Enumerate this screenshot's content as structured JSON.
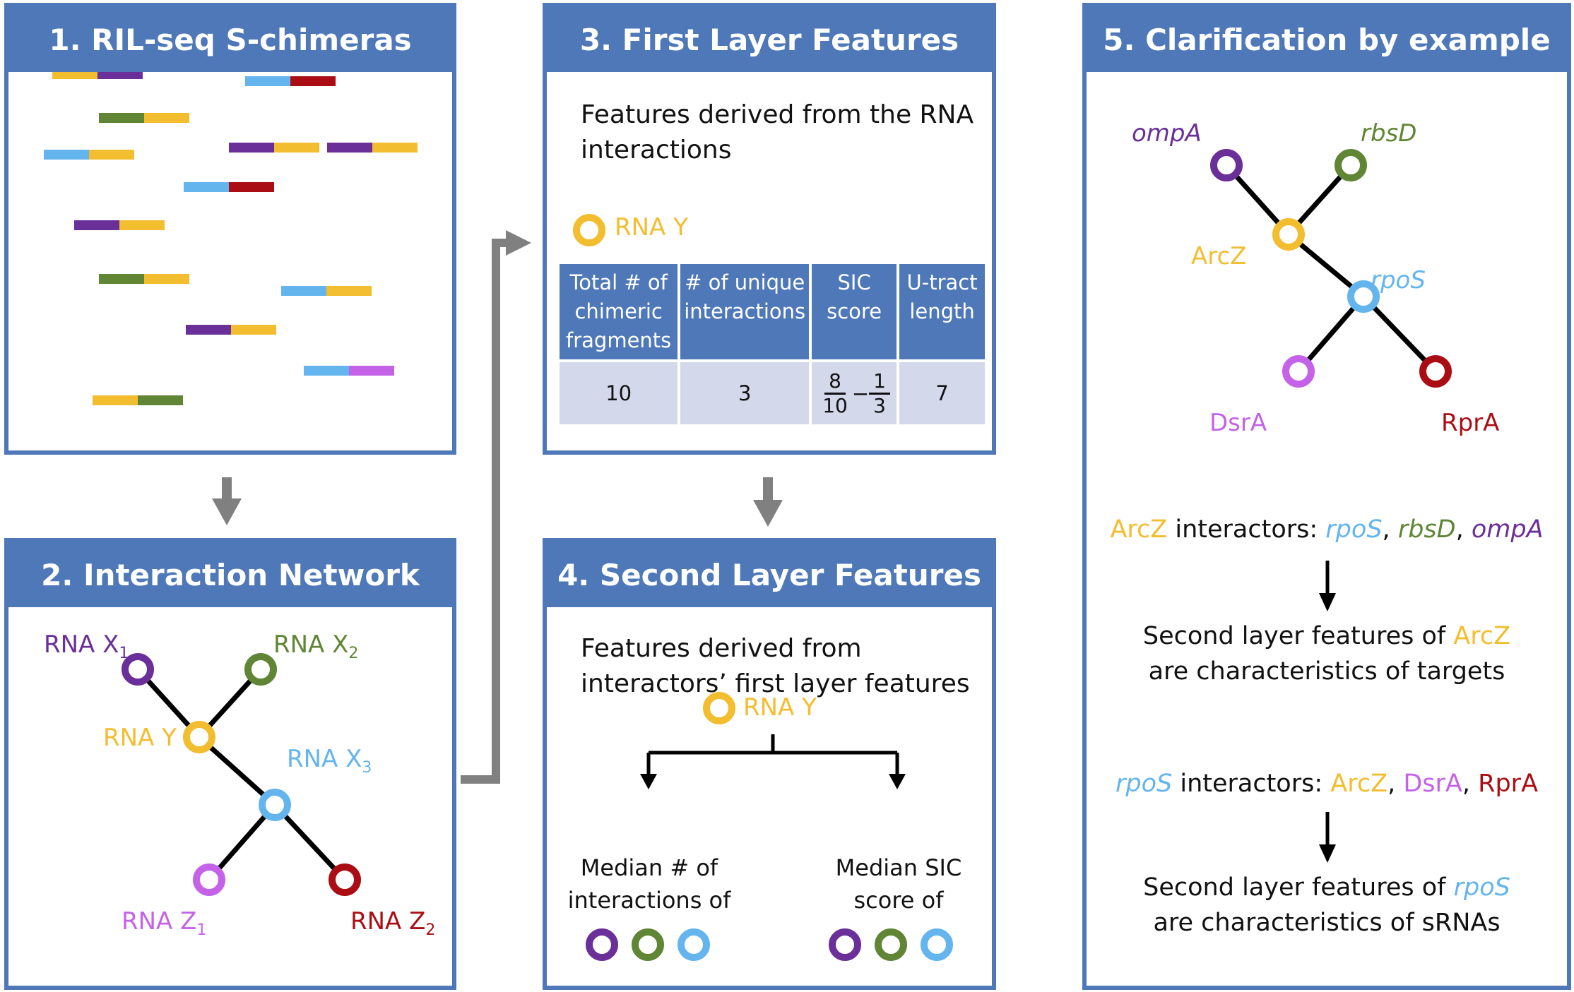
{
  "colors": {
    "panel": "#4e78b8",
    "yellow": "#f2bd2f",
    "purple": "#6a2f98",
    "green": "#5f8535",
    "blue": "#64b5ee",
    "red": "#aa0e14",
    "magenta": "#c462e8",
    "arrow": "#808080",
    "table_header": "#4e78b8",
    "table_cell": "#d3d8ea"
  },
  "panel1": {
    "title": "1. RIL-seq S-chimeras",
    "chimeras": [
      [
        "yellow",
        "purple"
      ],
      [
        "blue",
        "red"
      ],
      [
        "green",
        "yellow"
      ],
      [
        "purple",
        "yellow"
      ],
      [
        "purple",
        "yellow"
      ],
      [
        "blue",
        "yellow"
      ],
      [
        "blue",
        "red"
      ],
      [
        "purple",
        "yellow"
      ],
      [
        "green",
        "yellow"
      ],
      [
        "blue",
        "yellow"
      ],
      [
        "purple",
        "yellow"
      ],
      [
        "blue",
        "magenta"
      ],
      [
        "yellow",
        "green"
      ]
    ]
  },
  "panel2": {
    "title": "2. Interaction Network",
    "nodes": {
      "x1": {
        "label": "RNA X",
        "sub": "1"
      },
      "x2": {
        "label": "RNA X",
        "sub": "2"
      },
      "y": {
        "label": "RNA Y"
      },
      "x3": {
        "label": "RNA X",
        "sub": "3"
      },
      "z1": {
        "label": "RNA Z",
        "sub": "1"
      },
      "z2": {
        "label": "RNA Z",
        "sub": "2"
      }
    }
  },
  "panel3": {
    "title": "3. First Layer Features",
    "description_l1": "Features derived from the RNA",
    "description_l2": "interactions",
    "node_label": "RNA Y",
    "table": {
      "headers": [
        [
          "Total # of",
          "chimeric",
          "fragments"
        ],
        [
          "# of unique",
          "interactions"
        ],
        [
          "SIC",
          "score"
        ],
        [
          "U-tract",
          "length"
        ]
      ],
      "values": {
        "total": "10",
        "unique": "3",
        "sic": {
          "a_num": "8",
          "a_den": "10",
          "op": "−",
          "b_num": "1",
          "b_den": "3"
        },
        "utract": "7"
      }
    }
  },
  "panel4": {
    "title": "4. Second Layer Features",
    "description_l1": "Features derived from",
    "description_l2": "interactors’ first layer features",
    "node_label": "RNA Y",
    "left_l1": "Median # of",
    "left_l2": "interactions of",
    "right_l1": "Median SIC",
    "right_l2": "score of"
  },
  "panel5": {
    "title": "5. Clarification by example",
    "nodes": {
      "ompA": "ompA",
      "rbsD": "rbsD",
      "arcZ": "ArcZ",
      "rpoS": "rpoS",
      "dsrA": "DsrA",
      "rprA": "RprA"
    },
    "line1": {
      "subject": "ArcZ",
      "mid": " interactors: ",
      "a": "rpoS",
      "sep1": ", ",
      "b": "rbsD",
      "sep2": ", ",
      "c": "ompA"
    },
    "result1": {
      "l1_pre": "Second layer features of ",
      "l1_name": "ArcZ",
      "l2": "are characteristics of targets"
    },
    "line2": {
      "subject": "rpoS",
      "mid": " interactors: ",
      "a": "ArcZ",
      "sep1": ", ",
      "b": "DsrA",
      "sep2": ", ",
      "c": "RprA"
    },
    "result2": {
      "l1_pre": "Second layer features of ",
      "l1_name": "rpoS",
      "l2": "are characteristics of sRNAs"
    }
  }
}
